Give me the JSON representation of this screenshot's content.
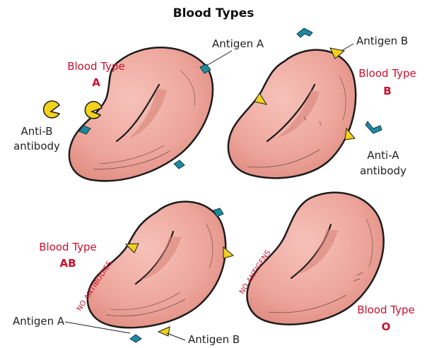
{
  "title": "Blood Types",
  "panels": {
    "type_a": {
      "type_label": "Blood Type",
      "type_letter": "A",
      "antigen_label": "Antigen A",
      "antibody_label_1": "Anti-B",
      "antibody_label_2": "antibody"
    },
    "type_b": {
      "type_label": "Blood Type",
      "type_letter": "B",
      "antigen_label": "Antigen B",
      "antibody_label_1": "Anti-A",
      "antibody_label_2": "antibody"
    },
    "type_ab": {
      "type_label": "Blood Type",
      "type_letter": "AB",
      "note": "NO ANTIBODIES",
      "antigen_a_label": "Antigen A",
      "antigen_b_label": "Antigen B"
    },
    "type_o": {
      "type_label": "Blood Type",
      "type_letter": "O",
      "note": "NO ANTIGENS"
    }
  },
  "colors": {
    "cell_fill": "#eda59b",
    "cell_outline": "#1c1c1c",
    "antigen_a": "#1e8aa0",
    "antigen_b": "#f2d21b",
    "accent_red": "#c8102e"
  }
}
